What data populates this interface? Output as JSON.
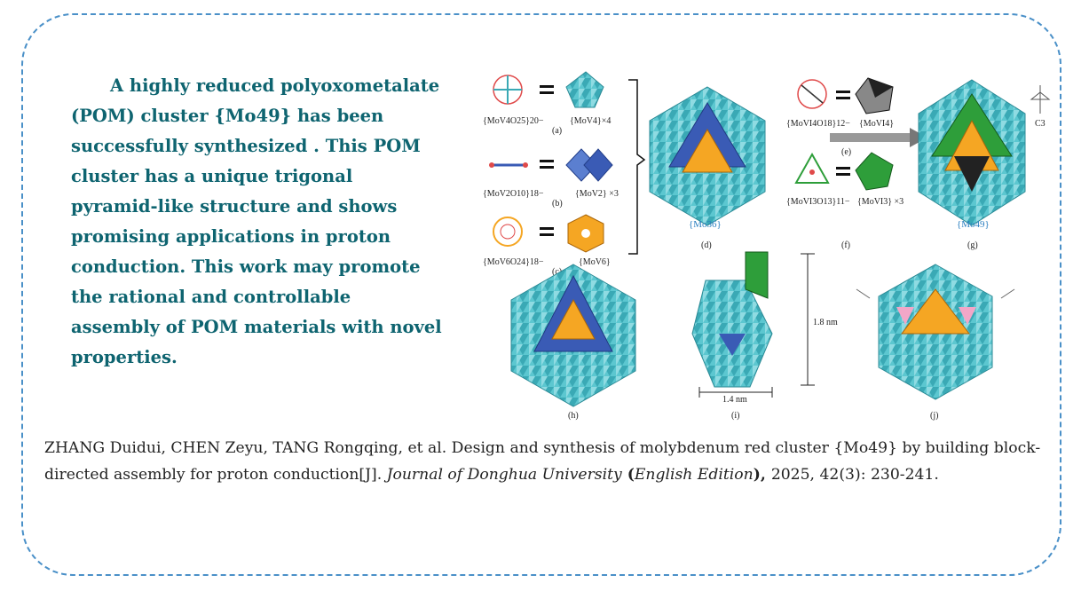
{
  "abstract": {
    "text": "A highly reduced polyoxometalate (POM) cluster {Mo49} has been successfully synthesized . This POM cluster has a unique trigonal pyramid-like structure and  shows promising applications  in proton conduction. This work may promote the rational and controllable assembly of POM materials with novel properties."
  },
  "figure": {
    "labels": [
      "(a)",
      "(b)",
      "(c)",
      "(d)",
      "(e)",
      "(f)",
      "(g)",
      "(h)",
      "(i)",
      "(j)"
    ],
    "formula_a": "{MoV4O25}20−",
    "block_a": "{MoV4}×4",
    "formula_b": "{MoV2O10}18−",
    "block_b": "{MoV2} ×3",
    "formula_c": "{MoV6O24}18−",
    "block_c": "{MoV6}",
    "formula_e": "{MoVI4O18}12−",
    "block_e": "{MoVI4}",
    "formula_f": "{MoVI3O13}11−",
    "block_f": "{MoVI3} ×3",
    "mo36": "{Mo36}",
    "mo49": "{Mo49}",
    "symmetry": "C3",
    "height": "1.8 nm",
    "width": "1.4 nm",
    "colors": {
      "teal": "#4fc3cc",
      "blue": "#3a5bb5",
      "orange": "#f5a623",
      "green": "#2e9e3a",
      "pink": "#f2a7c8",
      "black": "#222222"
    }
  },
  "citation": {
    "authors": "ZHANG Duidui, CHEN Zeyu, TANG Rongqing, et al. Design and synthesis of molybdenum red cluster {Mo49} by building block-directed assembly for proton conduction[J]. ",
    "journal": "Journal of Donghua University",
    "paren_open": " (",
    "edition": "English Edition",
    "paren_close": "), ",
    "details": "2025, 42(3): 230-241."
  }
}
